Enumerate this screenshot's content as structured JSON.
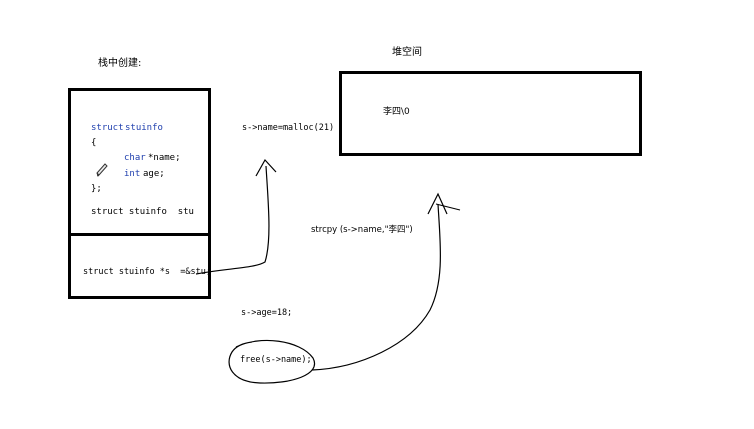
{
  "stack": {
    "title": "栈中创建:",
    "code": {
      "kw_struct": "struct",
      "type_name": "stuinfo",
      "open_brace": "{",
      "kw_char": "char",
      "field_name": "*name;",
      "kw_int": "int",
      "field_age": "age;",
      "close_brace": "};",
      "decl_stu": "struct stuinfo  stu"
    },
    "pointer_decl": "struct stuinfo *s  =&stu;"
  },
  "heap": {
    "title": "堆空间",
    "content": "李四\\0"
  },
  "annotations": {
    "malloc": "s->name=malloc(21)",
    "strcpy": "strcpy (s->name,\"李四\")",
    "age": "s->age=18;",
    "free": "free(s->name);"
  }
}
